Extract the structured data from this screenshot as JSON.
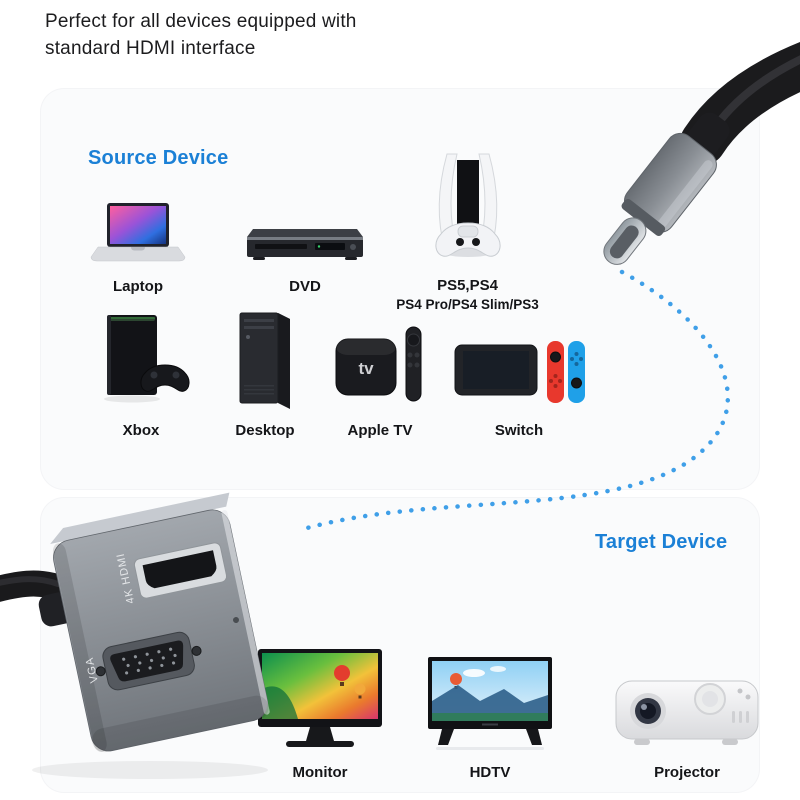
{
  "headline": {
    "line1": "Perfect for all devices equipped with",
    "line2": "standard HDMI interface"
  },
  "source": {
    "title": "Source Device",
    "devices": [
      {
        "label": "Laptop",
        "icon": "laptop-icon"
      },
      {
        "label": "DVD",
        "icon": "dvd-player-icon"
      },
      {
        "label": "PS5,PS4",
        "label2": "PS4 Pro/PS4 Slim/PS3",
        "icon": "playstation-icon"
      },
      {
        "label": "Xbox",
        "icon": "xbox-icon"
      },
      {
        "label": "Desktop",
        "icon": "desktop-tower-icon"
      },
      {
        "label": "Apple TV",
        "logo": "tv",
        "icon": "apple-tv-icon"
      },
      {
        "label": "Switch",
        "icon": "nintendo-switch-icon"
      }
    ]
  },
  "target": {
    "title": "Target Device",
    "devices": [
      {
        "label": "Monitor",
        "icon": "monitor-icon"
      },
      {
        "label": "HDTV",
        "icon": "hdtv-icon"
      },
      {
        "label": "Projector",
        "icon": "projector-icon"
      }
    ]
  },
  "adapter": {
    "hdmi_mark": "4K HDMI",
    "vga_mark": "VGA"
  },
  "colors": {
    "accent_blue": "#1b80d6",
    "dotted_line": "#3f9fe8",
    "panel_bg": "#fafbfc",
    "joycon_red": "#e8382d",
    "joycon_blue": "#1fa0e8"
  }
}
